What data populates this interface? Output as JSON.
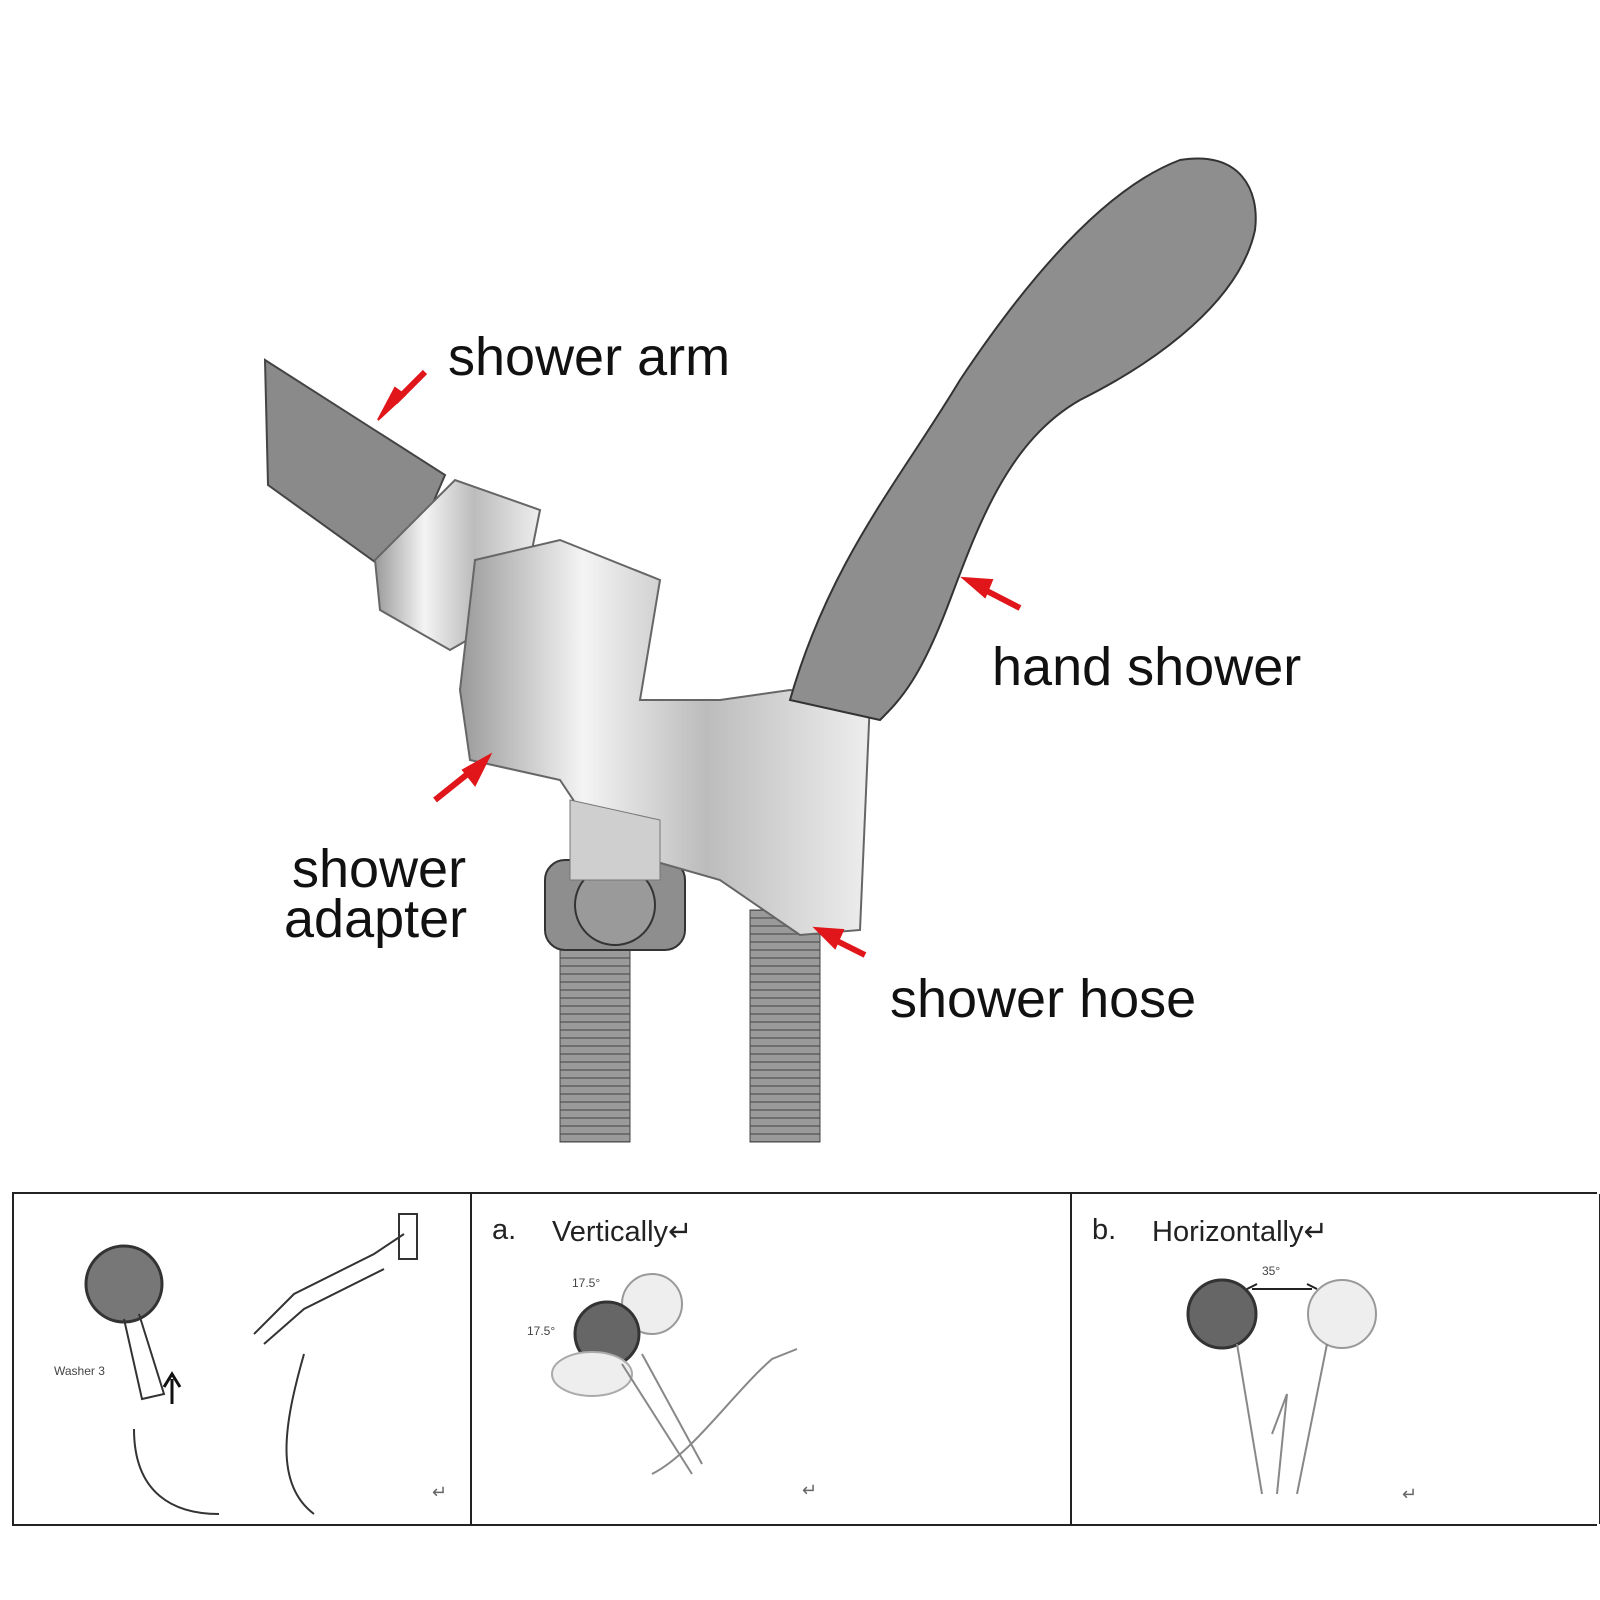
{
  "labels": {
    "shower_arm": "shower arm",
    "hand_shower": "hand shower",
    "shower_adapter_line1": "shower",
    "shower_adapter_line2": "adapter",
    "shower_hose": "shower hose"
  },
  "panels": [
    {
      "washer_label": "Washer 3",
      "return_mark": "↵"
    },
    {
      "prefix": "a.",
      "title": "Vertically↵",
      "angle_top": "17.5°",
      "angle_bottom": "17.5°",
      "return_mark": "↵"
    },
    {
      "prefix": "b.",
      "title": "Horizontally↵",
      "angle": "35°",
      "return_mark": "↵"
    }
  ],
  "colors": {
    "arrow": "#e0161b",
    "part_gray": "#8a8a8a",
    "chrome": "#d8d8d8"
  }
}
